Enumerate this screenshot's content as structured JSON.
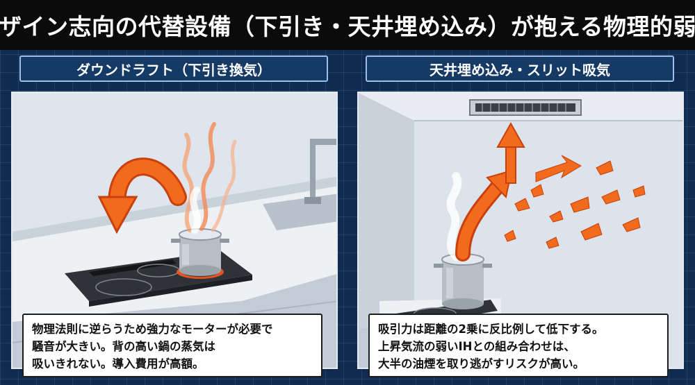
{
  "title": "デザイン志向の代替設備（下引き・天井埋め込み）が抱える物理的弱点",
  "panels": [
    {
      "header": "ダウンドラフト（下引き換気）",
      "caption_lines": [
        "物理法則に逆らうため強力なモーターが必要で",
        "騒音が大きい。背の高い鍋の蒸気は",
        "吸いきれない。導入費用が高額。"
      ],
      "icons": [
        "steam-icon",
        "curved-arrow-icon",
        "pot-icon",
        "cooktop-icon",
        "faucet-icon"
      ]
    },
    {
      "header": "天井埋め込み・スリット吸気",
      "caption_lines": [
        "吸引力は距離の2乗に反比例して低下する。",
        "上昇気流の弱いIHとの組み合わせは、",
        "大半の油煙を取り逃がすリスクが高い。"
      ],
      "icons": [
        "ceiling-vent-icon",
        "arrow-up-icon",
        "smoke-particles-icon",
        "pot-icon",
        "cooktop-icon"
      ]
    }
  ],
  "colors": {
    "background": "#0f2b4f",
    "title_bar": "#0b0b0b",
    "header_bg": "#163a66",
    "header_border": "#9cc0ea",
    "accent_orange": "#f26a1b",
    "caption_bg": "#ffffff"
  }
}
